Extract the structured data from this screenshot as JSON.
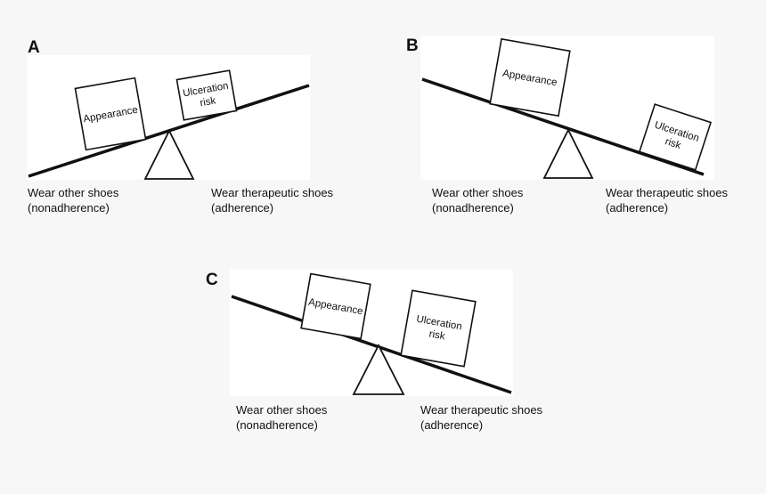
{
  "panels": [
    {
      "letter": "A",
      "box_light": "Appearance",
      "box_heavy_line1": "Ulceration",
      "box_heavy_line2": "risk",
      "left_label_line1": "Wear other shoes",
      "left_label_line2": "(nonadherence)",
      "right_label_line1": "Wear therapeutic shoes",
      "right_label_line2": "(adherence)"
    },
    {
      "letter": "B",
      "box_light": "Appearance",
      "box_heavy_line1": "Ulceration",
      "box_heavy_line2": "risk",
      "left_label_line1": "Wear other shoes",
      "left_label_line2": "(nonadherence)",
      "right_label_line1": "Wear therapeutic shoes",
      "right_label_line2": "(adherence)"
    },
    {
      "letter": "C",
      "box_light": "Appearance",
      "box_heavy_line1": "Ulceration",
      "box_heavy_line2": "risk",
      "left_label_line1": "Wear other shoes",
      "left_label_line2": "(nonadherence)",
      "right_label_line1": "Wear therapeutic shoes",
      "right_label_line2": "(adherence)"
    }
  ],
  "colors": {
    "background": "#f7f7f7",
    "panel": "#ffffff",
    "ink": "#111111"
  }
}
